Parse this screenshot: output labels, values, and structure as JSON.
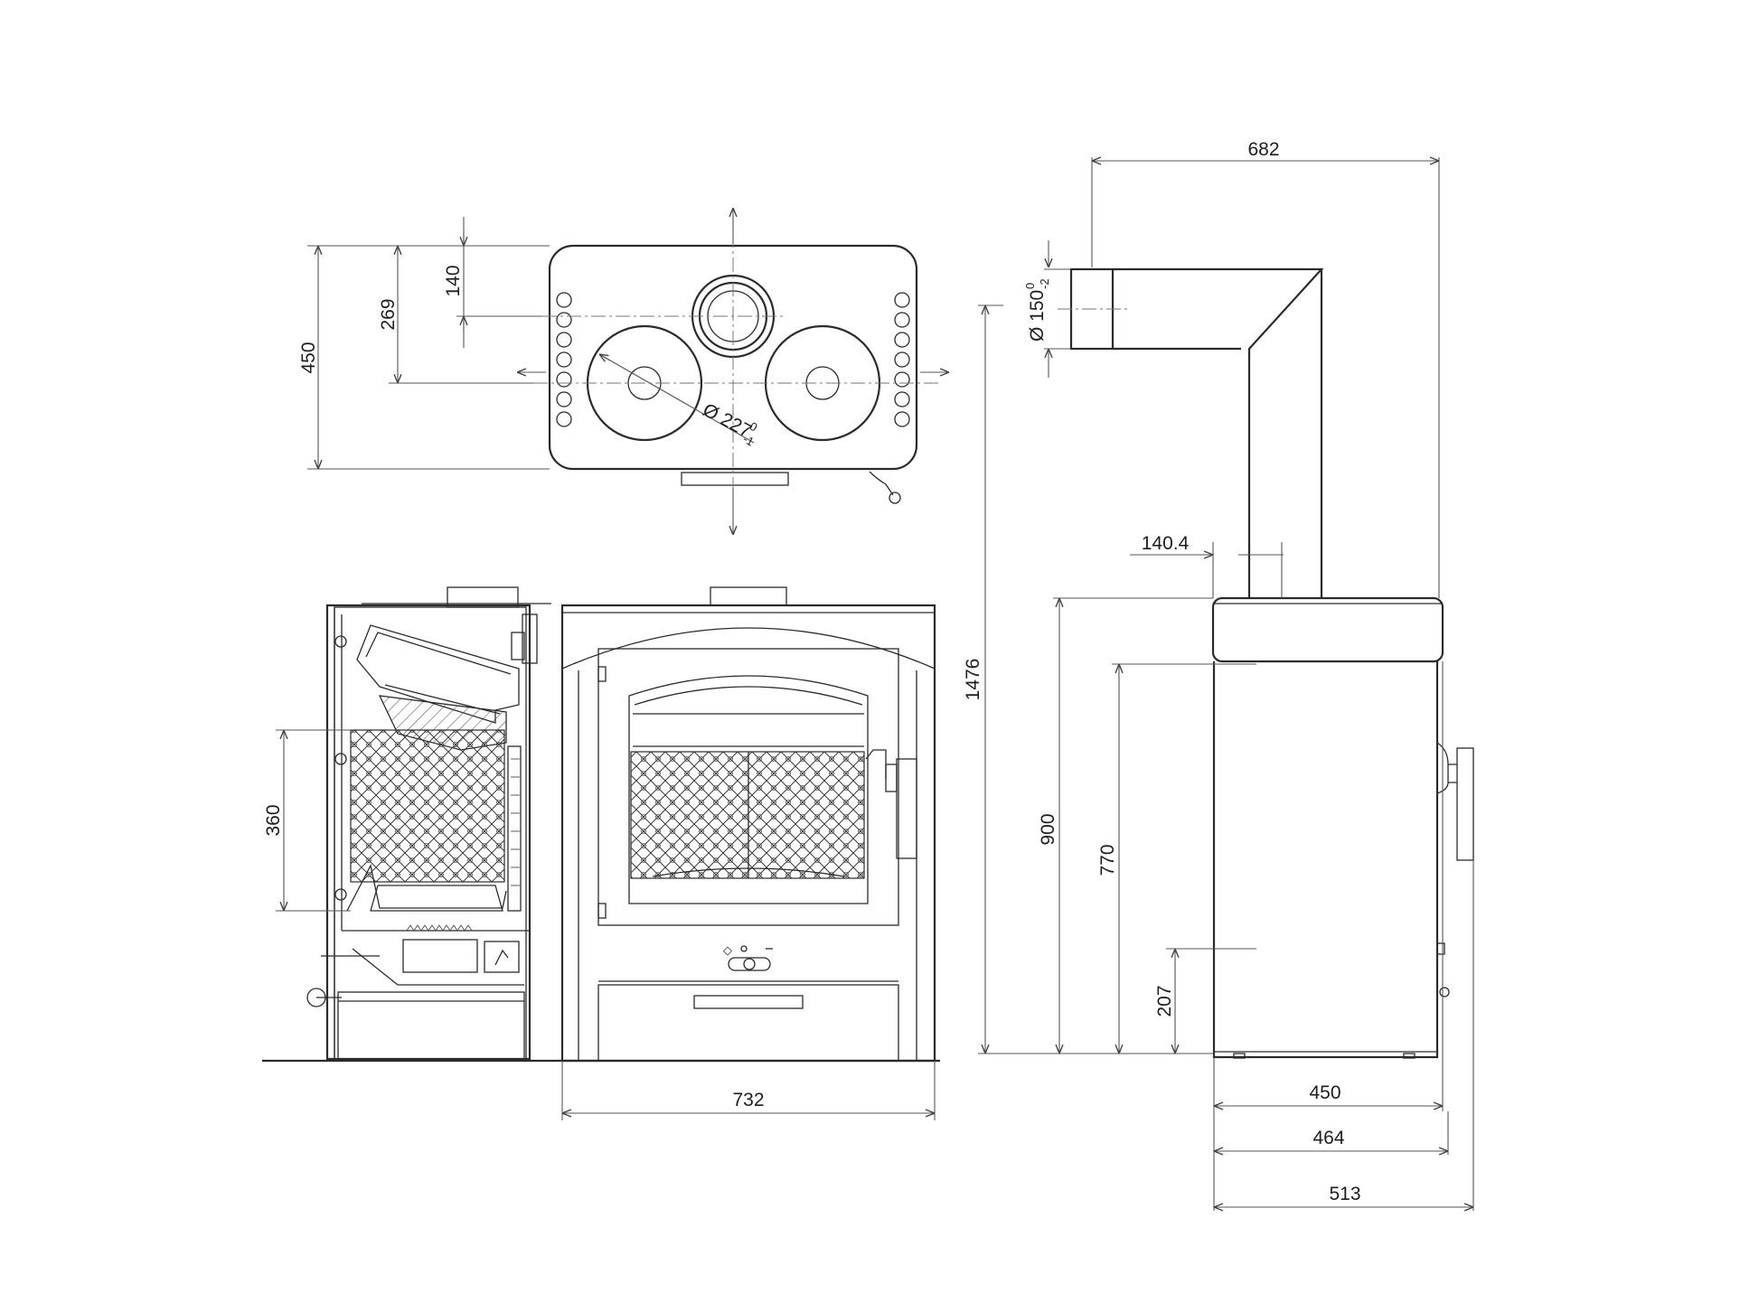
{
  "dimensions": {
    "top_depth": "450",
    "top_plate_center": "269",
    "top_flue_offset": "140",
    "plate_diameter": "Ø 227",
    "plate_tol_upper": "0",
    "plate_tol_lower": "-1",
    "front_width": "732",
    "firebox_height": "360",
    "pipe_width": "682",
    "flue_diameter": "Ø 150",
    "flue_tol_upper": "0",
    "flue_tol_lower": "-2",
    "flue_offset": "140.4",
    "total_height": "1476",
    "body_height": "900",
    "door_height": "770",
    "ash_height": "207",
    "depth_body": "450",
    "depth_plate": "464",
    "depth_total": "513"
  },
  "colors": {
    "line": "#2b2b2b",
    "dimension": "#555555",
    "background": "#ffffff"
  }
}
